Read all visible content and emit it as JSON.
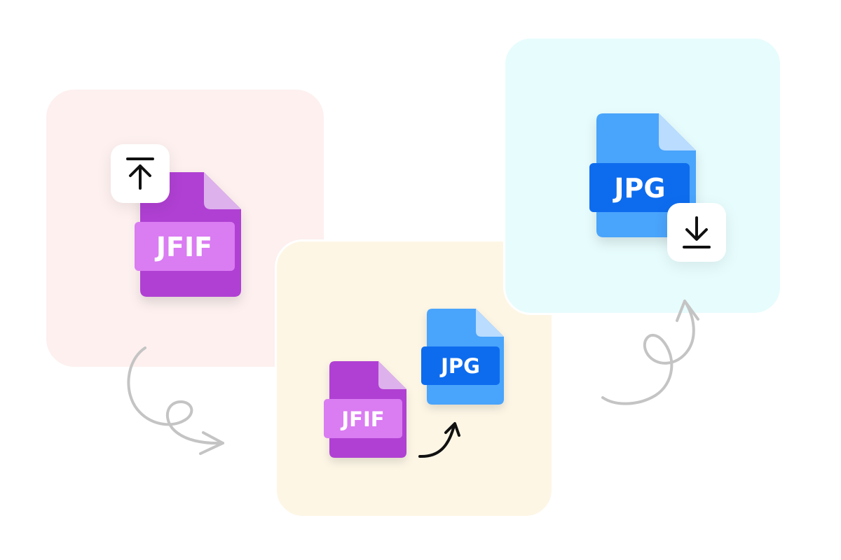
{
  "steps": {
    "upload": {
      "file_label": "JFIF",
      "panel_color": "#fdf0ef",
      "action_icon": "upload-arrow-icon"
    },
    "convert": {
      "source_label": "JFIF",
      "target_label": "JPG",
      "panel_color": "#fdf6e5",
      "action_icon": "curved-arrow-icon"
    },
    "download": {
      "file_label": "JPG",
      "panel_color": "#e7fcfd",
      "action_icon": "download-arrow-icon"
    }
  },
  "colors": {
    "jfif_body": "#b041d3",
    "jfif_fold": "#ddb1ec",
    "jfif_label": "#da7cf2",
    "jpg_body": "#4aa4fb",
    "jpg_fold": "#b9dcff",
    "jpg_label": "#0d6cee",
    "connector_arrow": "#c4c4c4"
  }
}
